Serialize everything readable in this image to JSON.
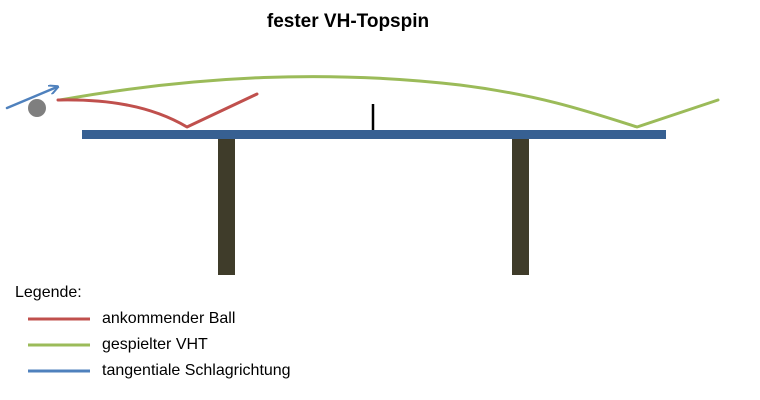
{
  "title": "fester VH-Topspin",
  "legend": {
    "heading": "Legende:",
    "items": [
      {
        "label": "ankommender Ball",
        "color": "#c0504d"
      },
      {
        "label": "gespielter VHT",
        "color": "#9bbb59"
      },
      {
        "label": "tangentiale Schlagrichtung",
        "color": "#4f81bd"
      }
    ]
  },
  "colors": {
    "table": "#376092",
    "legs": "#3f3c2a",
    "net": "#000000",
    "ball": "#7f7f7f",
    "incoming_path": "#c0504d",
    "played_path": "#9bbb59",
    "stroke_direction": "#4f81bd"
  }
}
